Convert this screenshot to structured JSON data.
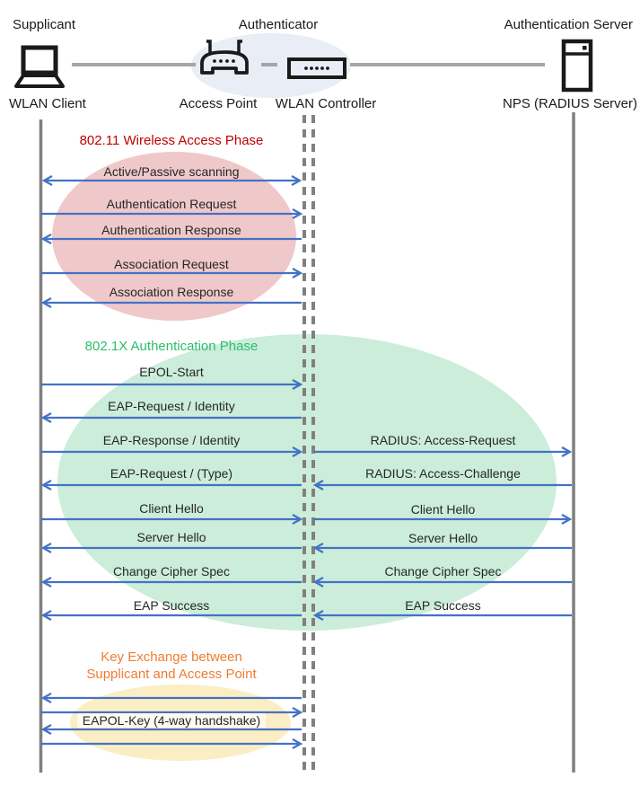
{
  "header": {
    "roles": {
      "supplicant": "Supplicant",
      "authenticator": "Authenticator",
      "auth_server": "Authentication Server"
    },
    "nodes": {
      "wlan_client": "WLAN Client",
      "access_point": "Access Point",
      "wlan_controller": "WLAN Controller",
      "nps": "NPS (RADIUS Server)"
    },
    "icons": [
      "laptop-icon",
      "access-point-icon",
      "wlan-controller-icon",
      "server-icon"
    ]
  },
  "phases": {
    "phase1": {
      "title": "802.11 Wireless Access Phase",
      "title_color": "#C00000",
      "ellipse_color": "#EFC8CA"
    },
    "phase2": {
      "title": "802.1X Authentication Phase",
      "title_color": "#2EBD6E",
      "ellipse_color": "#CBEDDA"
    },
    "phase3": {
      "title_line1": "Key Exchange between",
      "title_line2": "Supplicant and Access Point",
      "title_color": "#ED7D31",
      "ellipse_color": "#FBEEC4"
    }
  },
  "messages": {
    "left": [
      {
        "label": "Active/Passive scanning",
        "direction": "both"
      },
      {
        "label": "Authentication Request",
        "direction": "right"
      },
      {
        "label": "Authentication Response",
        "direction": "left"
      },
      {
        "label": "Association Request",
        "direction": "right"
      },
      {
        "label": "Association Response",
        "direction": "left"
      },
      {
        "label": "EPOL-Start",
        "direction": "right"
      },
      {
        "label": "EAP-Request / Identity",
        "direction": "left"
      },
      {
        "label": "EAP-Response / Identity",
        "direction": "right"
      },
      {
        "label": "EAP-Request / (Type)",
        "direction": "left"
      },
      {
        "label": "Client Hello",
        "direction": "right"
      },
      {
        "label": "Server Hello",
        "direction": "left"
      },
      {
        "label": "Change Cipher Spec",
        "direction": "left"
      },
      {
        "label": "EAP Success",
        "direction": "left"
      },
      {
        "label": "EAPOL-Key (4-way handshake)",
        "direction": "both"
      }
    ],
    "right": [
      {
        "label": "RADIUS: Access-Request",
        "direction": "right"
      },
      {
        "label": "RADIUS: Access-Challenge",
        "direction": "left"
      },
      {
        "label": "Client Hello",
        "direction": "right"
      },
      {
        "label": "Server Hello",
        "direction": "left"
      },
      {
        "label": "Change Cipher Spec",
        "direction": "left"
      },
      {
        "label": "EAP Success",
        "direction": "left"
      }
    ]
  },
  "colors": {
    "arrow": "#4472C4",
    "lifeline": "#7F7F7F",
    "connector": "#A6A6A6",
    "hub_ellipse": "#E9EDF6",
    "icon": "#1A1A1A"
  }
}
